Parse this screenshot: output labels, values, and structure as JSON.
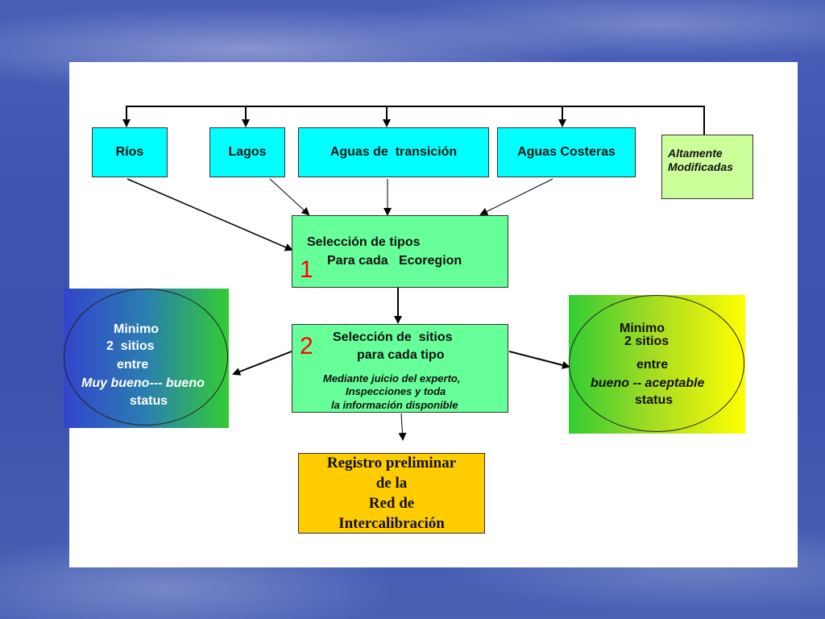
{
  "colors": {
    "cyan_box": "#00ffff",
    "modified_box": "#ccff99",
    "process_box": "#66ff99",
    "result_box": "#ffcc00",
    "step_number": "#ff0000"
  },
  "categories": {
    "rios": "Ríos",
    "lagos": "Lagos",
    "transicion": "Aguas de  transición",
    "costeras": "Aguas Costeras",
    "modificadas_line1": "Altamente",
    "modificadas_line2": "Modificadas"
  },
  "step1": {
    "number": "1",
    "line1": "Selección de tipos",
    "line2": "Para cada   Ecoregion"
  },
  "step2": {
    "number": "2",
    "line1": "Selección de  sitios",
    "line2": "para cada tipo",
    "note1": "Mediante juicio del experto,",
    "note2": "Inspecciones y toda",
    "note3": "la información disponible"
  },
  "left_panel": {
    "line1": "Minimo",
    "line2": "2  sitios",
    "line3": "entre",
    "line4": "Muy bueno--- bueno",
    "line5": "status"
  },
  "right_panel": {
    "line1": "Minimo",
    "line2": "2 sitios",
    "line3": "entre",
    "line4": "bueno -- aceptable",
    "line5": "status"
  },
  "result": {
    "line1": "Registro preliminar",
    "line2": "de la",
    "line3": "Red de",
    "line4": "Intercalibración"
  }
}
